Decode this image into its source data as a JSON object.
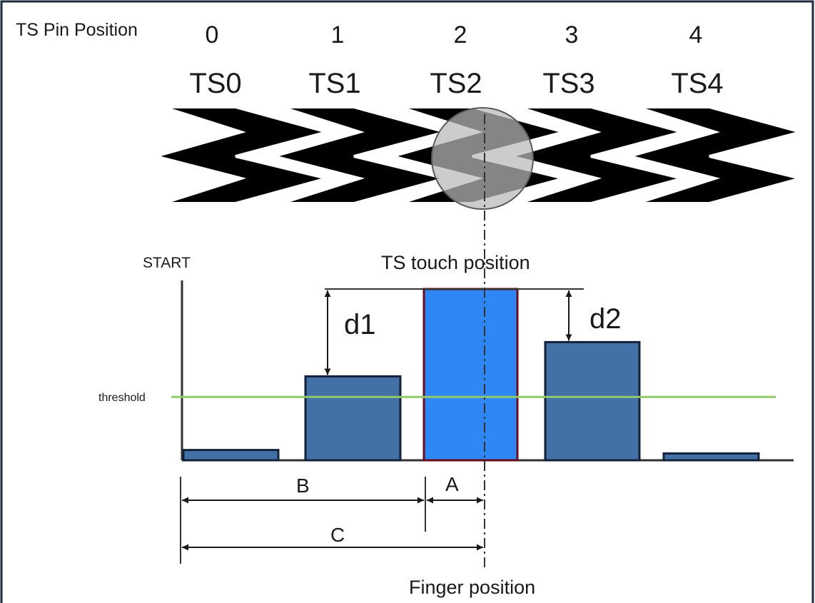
{
  "header": {
    "pin_position_label": "TS Pin Position",
    "pins": [
      {
        "index": "0",
        "name": "TS0"
      },
      {
        "index": "1",
        "name": "TS1"
      },
      {
        "index": "2",
        "name": "TS2"
      },
      {
        "index": "3",
        "name": "TS3"
      },
      {
        "index": "4",
        "name": "TS4"
      }
    ]
  },
  "plot": {
    "start_label": "START",
    "touch_position_label": "TS touch position",
    "threshold_label": "threshold",
    "finger_position_label": "Finger position",
    "d1_label": "d1",
    "d2_label": "d2"
  },
  "dimensions": {
    "a_label": "A",
    "b_label": "B",
    "c_label": "C"
  },
  "colors": {
    "frame": "#1e2b3c",
    "bar": "#4470a8",
    "bar_active": "#2f86f5",
    "bar_active_border": "#6a0d1b",
    "threshold": "#92c96b",
    "chevron": "#000000",
    "finger": "#9a9a9a"
  },
  "chart_data": {
    "type": "bar",
    "categories": [
      "TS0",
      "TS1",
      "TS2",
      "TS3",
      "TS4"
    ],
    "values": [
      0.06,
      0.49,
      1.0,
      0.69,
      0.04
    ],
    "threshold": 0.37,
    "highlighted_category": "TS2"
  }
}
